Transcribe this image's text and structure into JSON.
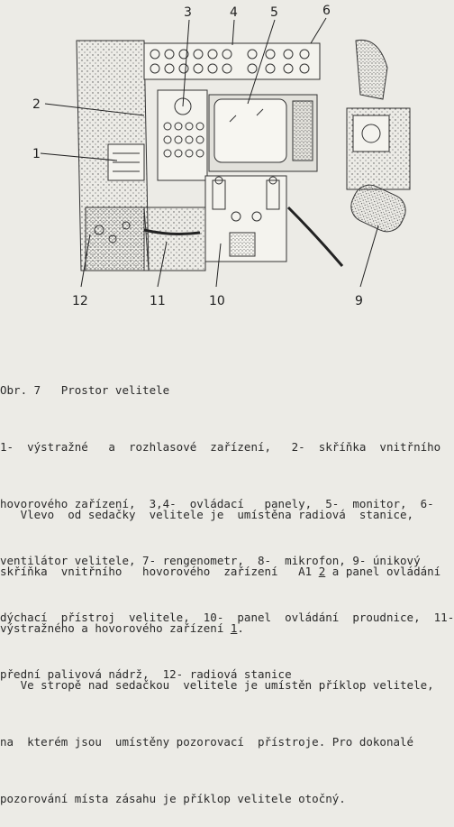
{
  "figure": {
    "callouts": [
      "1",
      "2",
      "3",
      "4",
      "5",
      "6",
      "9",
      "10",
      "11",
      "12"
    ]
  },
  "caption": {
    "title": "Obr. 7   Prostor velitele",
    "lines": [
      "1-  výstražné   a  rozhlasové  zařízení,   2-  skříňka  vnitřního",
      "hovorového zařízení,  3,4-  ovládací   panely,  5-  monitor,  6-",
      "ventilátor velitele, 7- rengenometr,  8-  mikrofon, 9- únikový",
      "dýchací  přístroj  velitele,  10-  panel  ovládání  proudnice,  11-",
      "přední palivová nádrž,  12- radiová stanice"
    ]
  },
  "body": {
    "p1_line1": "   Vlevo  od sedačky  velitele je  umístěna radiová  stanice,",
    "p1_line2_a": "skříňka  vnitřního   hovorového  zařízení   A1 ",
    "p1_line2_u": "2",
    "p1_line2_b": " a panel ovládání",
    "p1_line3_a": "výstražného a hovorového zařízení ",
    "p1_line3_u": "1",
    "p1_line3_b": ".",
    "p2_line1": "   Ve stropě nad sedačkou  velitele je umístěn příklop velitele,",
    "p2_line2": "na  kterém jsou  umístěny pozorovací  přístroje. Pro dokonalé",
    "p2_line3": "pozorování místa zásahu je příklop velitele otočný."
  }
}
